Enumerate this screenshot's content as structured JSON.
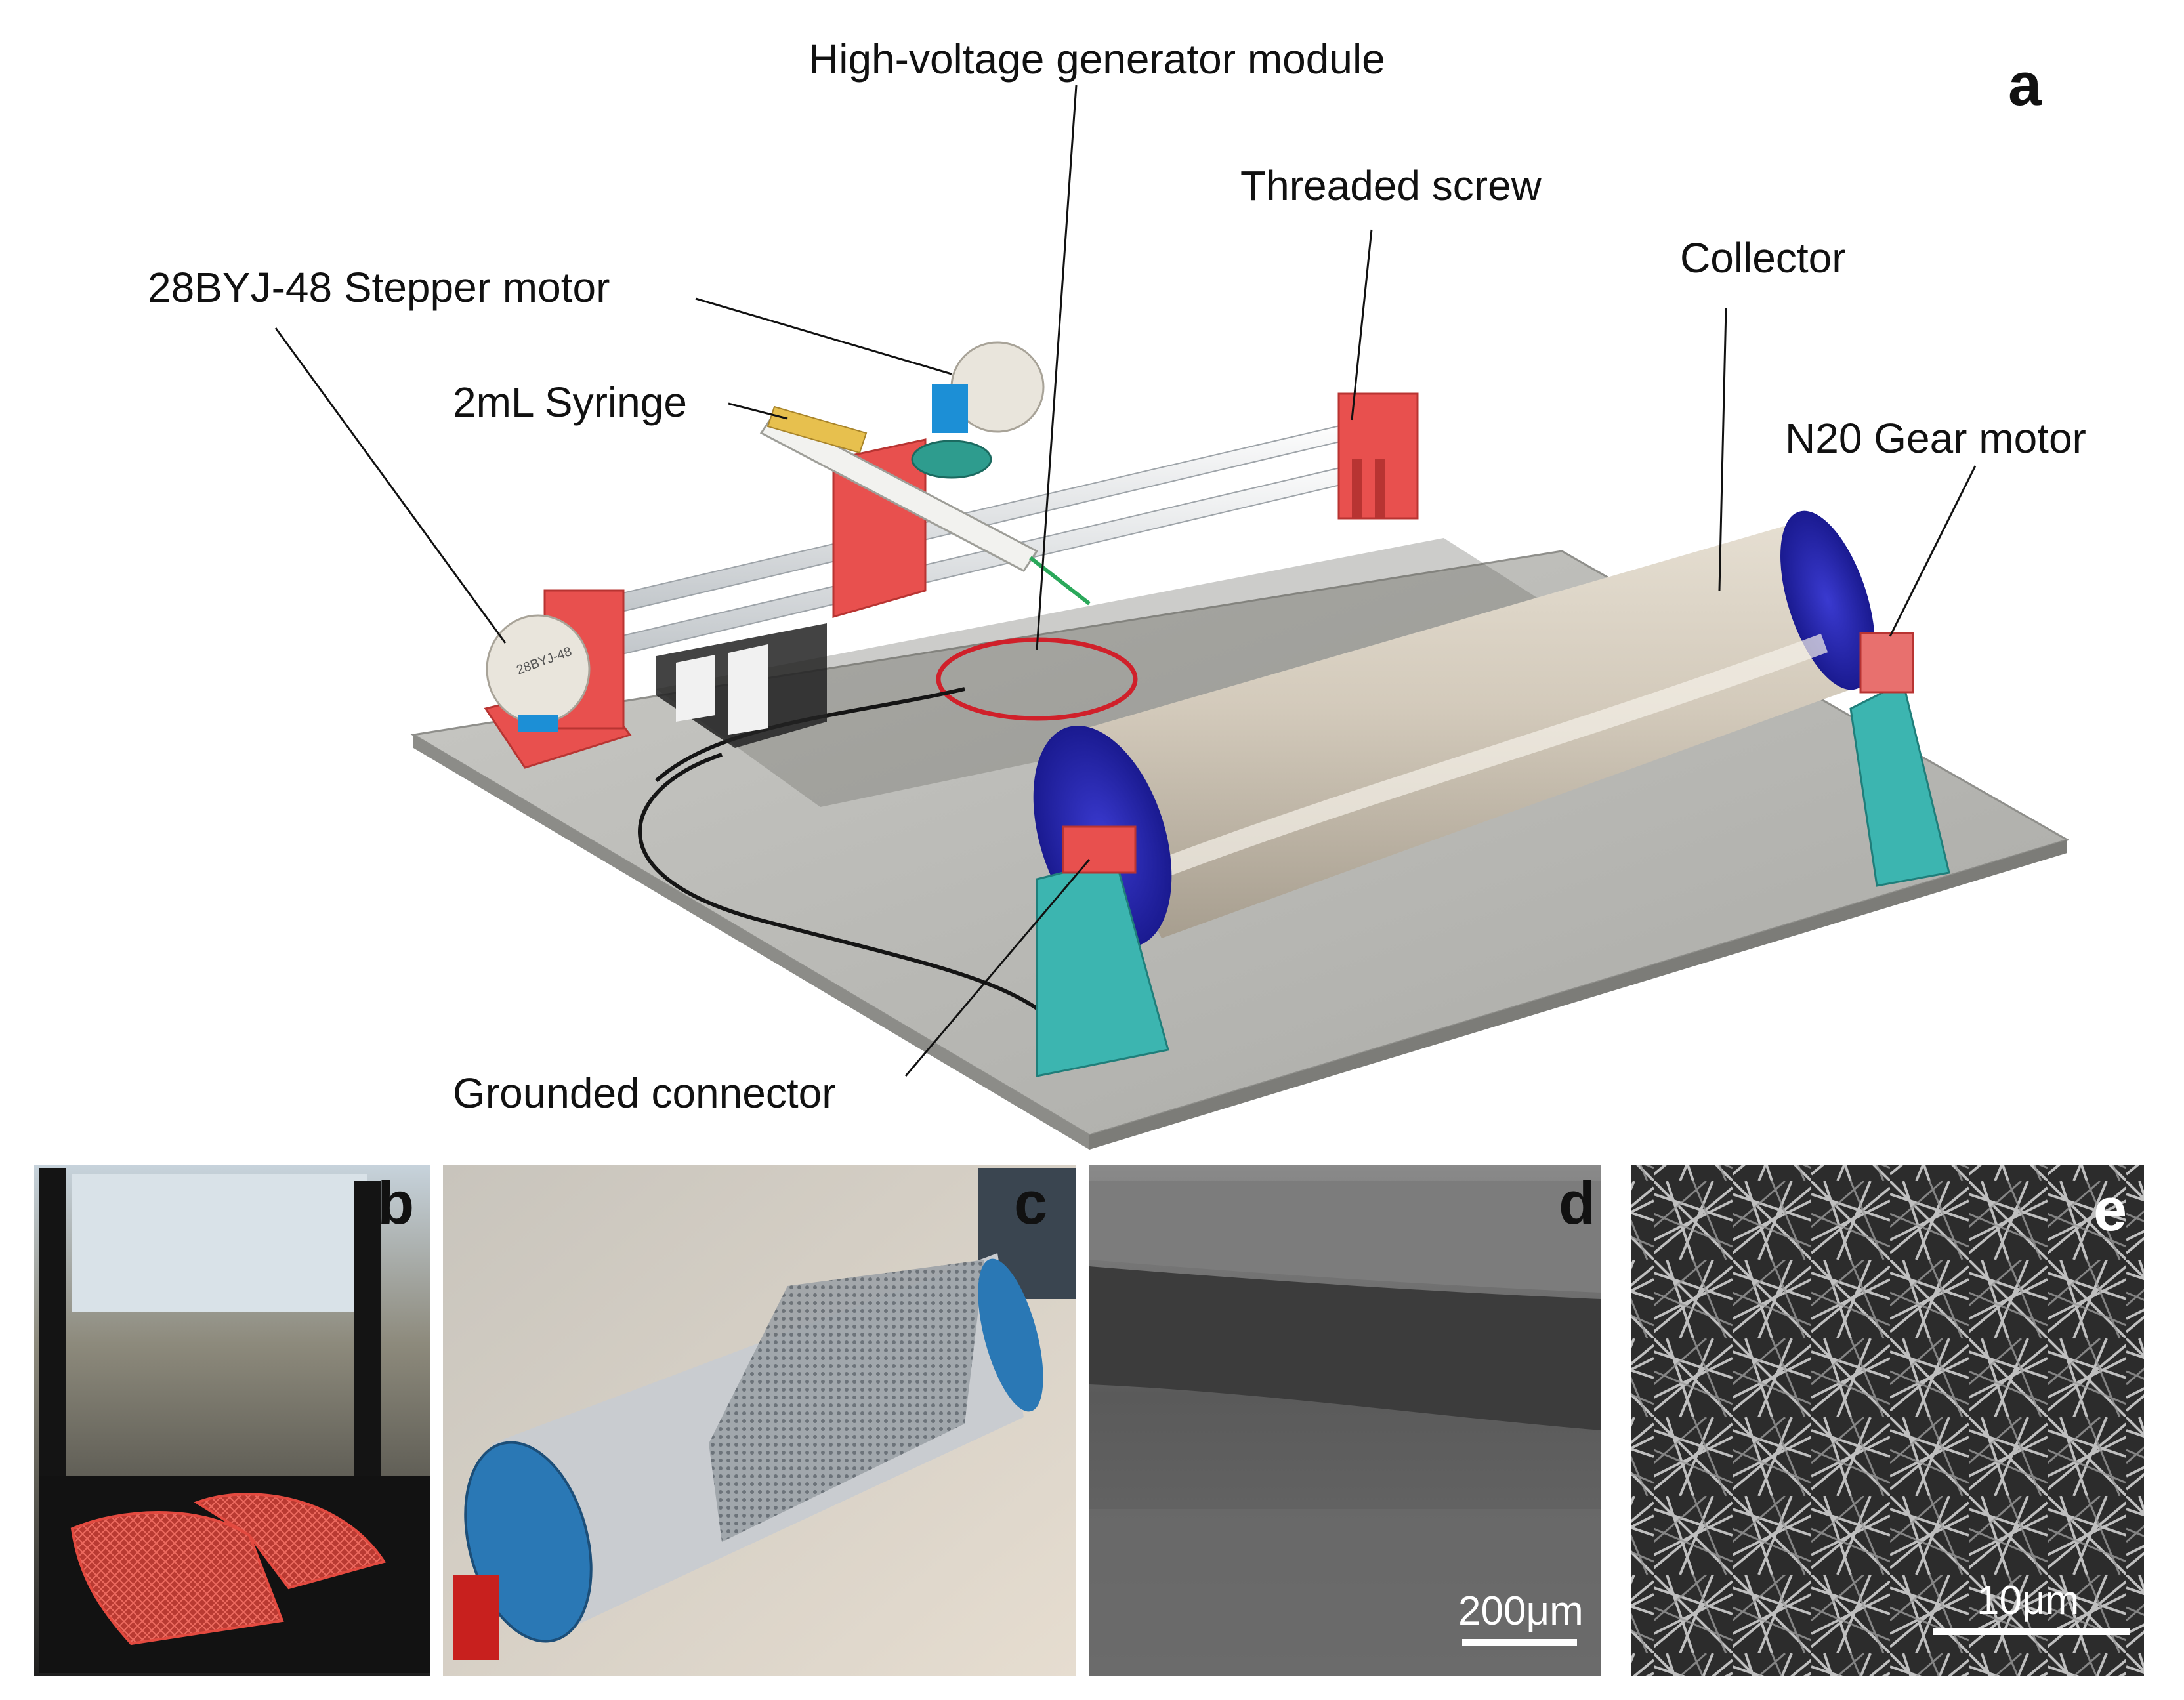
{
  "panels": {
    "a": {
      "letter": "a",
      "callouts": {
        "hv_module": "High-voltage generator module",
        "threaded_screw": "Threaded screw",
        "collector": "Collector",
        "stepper_motor": "28BYJ-48 Stepper motor",
        "syringe": "2mL Syringe",
        "gear_motor": "N20 Gear motor",
        "grounded_connector": "Grounded connector"
      },
      "motor_marking": "28BYJ-48"
    },
    "b": {
      "letter": "b"
    },
    "c": {
      "letter": "c"
    },
    "d": {
      "letter": "d",
      "scale_bar": "200μm"
    },
    "e": {
      "letter": "e",
      "scale_bar": "10μm"
    }
  },
  "colors": {
    "frame_red": "#e8504e",
    "support_teal": "#3cb5b0",
    "end_cap_blue": "#2a2ab8",
    "collector_beige": "#cfc6b6",
    "base_plate": "#bdbdb9",
    "cable_red": "#d0202a",
    "motor_blue": "#1c8fd6"
  }
}
